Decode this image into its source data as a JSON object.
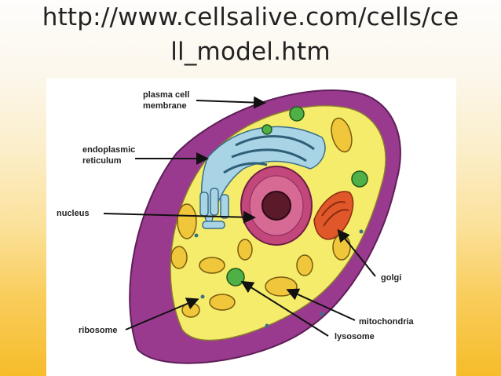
{
  "title": {
    "line1": "http://www.cellsalive.com/cells/ce",
    "line2": "ll_model.htm"
  },
  "labels": {
    "plasma_membrane_1": "plasma cell",
    "plasma_membrane_2": "membrane",
    "er_1": "endoplasmic",
    "er_2": "reticulum",
    "nucleus": "nucleus",
    "golgi": "golgi",
    "mitochondria": "mitochondria",
    "ribosome": "ribosome",
    "lysosome": "lysosome"
  },
  "colors": {
    "membrane": "#9a3a8e",
    "cytoplasm": "#f4ec6a",
    "nucleus": "#c2477a",
    "nucleolus": "#5a1a2a",
    "er": "#a9d4e6",
    "golgi": "#e0582a",
    "lysosome": "#4fb048",
    "mitochondria": "#f0c63a"
  }
}
